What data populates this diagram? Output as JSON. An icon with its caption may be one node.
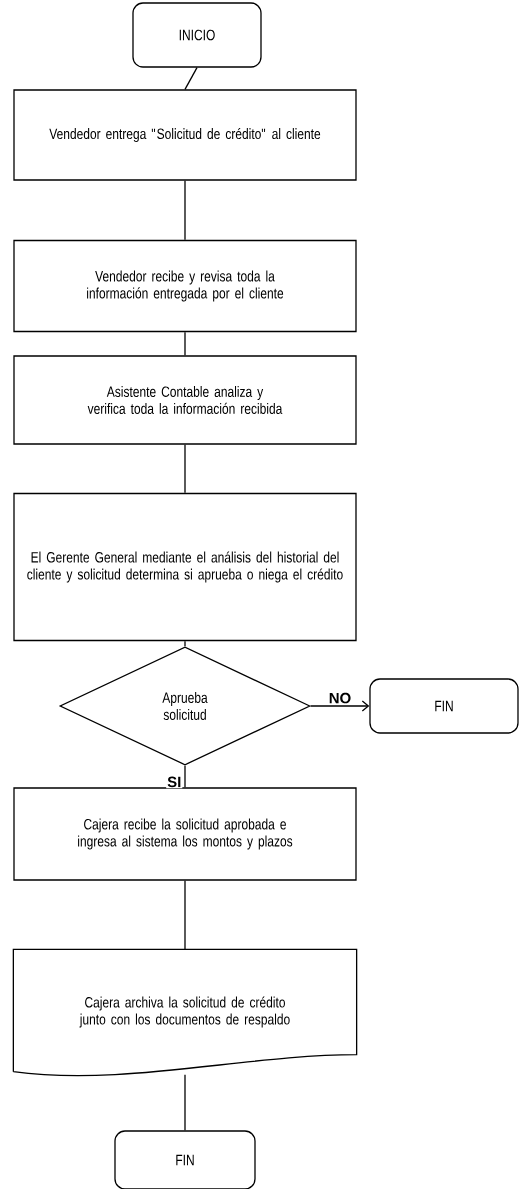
{
  "diagram": {
    "nodes": [
      {
        "text": [
          "INICIO"
        ]
      },
      {
        "text": [
          "Vendedor entrega \"Solicitud de crédito\" al cliente"
        ]
      },
      {
        "text": [
          "Vendedor recibe y revisa toda la información entregada por el cliente"
        ]
      },
      {
        "text": [
          "Asistente Contable analiza y verifica toda la información recibida"
        ]
      },
      {
        "text": [
          "El Gerente General mediante el análisis del historial del cliente y solicitud determina si aprueba o niega el crédito"
        ]
      },
      {
        "text": [
          "Aprueba solicitud"
        ]
      },
      {
        "text": [
          "FIN"
        ]
      },
      {
        "text": [
          "Cajera recibe la solicitud aprobada e ingresa al sistema los montos y plazos"
        ]
      },
      {
        "text": [
          "Cajera archiva la solicitud de crédito junto con los documentos de respaldo"
        ]
      },
      {
        "text": [
          "FIN"
        ]
      }
    ],
    "edges": [
      {
        "from": 0,
        "to": 1,
        "arrow": "none"
      },
      {
        "from": 1,
        "to": 2,
        "arrow": "none"
      },
      {
        "from": 2,
        "to": 3,
        "arrow": "none"
      },
      {
        "from": 3,
        "to": 4,
        "arrow": "none"
      },
      {
        "from": 4,
        "to": 5,
        "arrow": "none"
      },
      {
        "from": 5,
        "to": 6,
        "arrow": "to",
        "label": "NO"
      },
      {
        "from": 5,
        "to": 7,
        "arrow": "none",
        "label": "SI"
      },
      {
        "from": 7,
        "to": 8,
        "arrow": "none"
      },
      {
        "from": 8,
        "to": 9,
        "arrow": "none"
      }
    ]
  }
}
